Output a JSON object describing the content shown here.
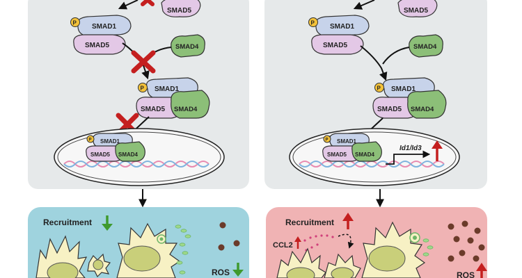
{
  "smad_labels": {
    "smad1": "SMAD1",
    "smad5": "SMAD5",
    "smad4": "SMAD4",
    "p": "P"
  },
  "left": {
    "recruitment": "Recruitment",
    "ros": "ROS",
    "arrow_direction": "down"
  },
  "right": {
    "recruitment": "Recruitment",
    "ccl2": "CCL2",
    "genes": "Id1/Id3",
    "ros": "ROS",
    "arrow_direction": "up"
  },
  "colors": {
    "gray_panel": "#e6e9ea",
    "blue_panel": "#9fd3de",
    "pink_panel": "#f0b3b4",
    "smad1": "#c7d3ea",
    "smad5": "#e3c8e6",
    "smad4": "#8cbf78",
    "phospho": "#f3c23a",
    "block_x": "#c41f1f",
    "down_arrow": "#3f9a2e",
    "up_arrow": "#c41f1f",
    "cell": "#f7f1c4",
    "nucleus": "#c9cf7a"
  }
}
